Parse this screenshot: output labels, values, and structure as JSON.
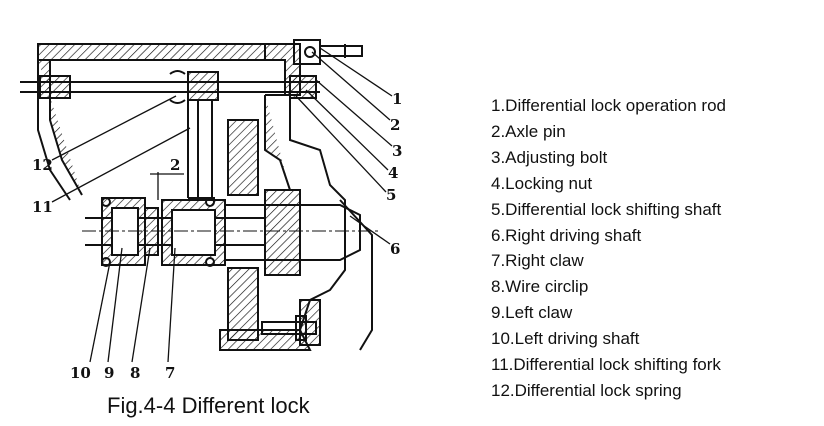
{
  "figure": {
    "caption": "Fig.4-4  Different lock",
    "callouts": [
      "1",
      "2",
      "3",
      "4",
      "5",
      "6",
      "7",
      "8",
      "9",
      "10",
      "11",
      "12"
    ],
    "dimension_mark": "2"
  },
  "legend": {
    "items": [
      "1.Differential lock operation rod",
      "2.Axle pin",
      "3.Adjusting bolt",
      "4.Locking nut",
      "5.Differential lock shifting shaft",
      "6.Right driving shaft",
      "7.Right claw",
      "8.Wire circlip",
      "9.Left claw",
      "10.Left driving shaft",
      "11.Differential lock shifting fork",
      "12.Differential lock spring"
    ]
  }
}
